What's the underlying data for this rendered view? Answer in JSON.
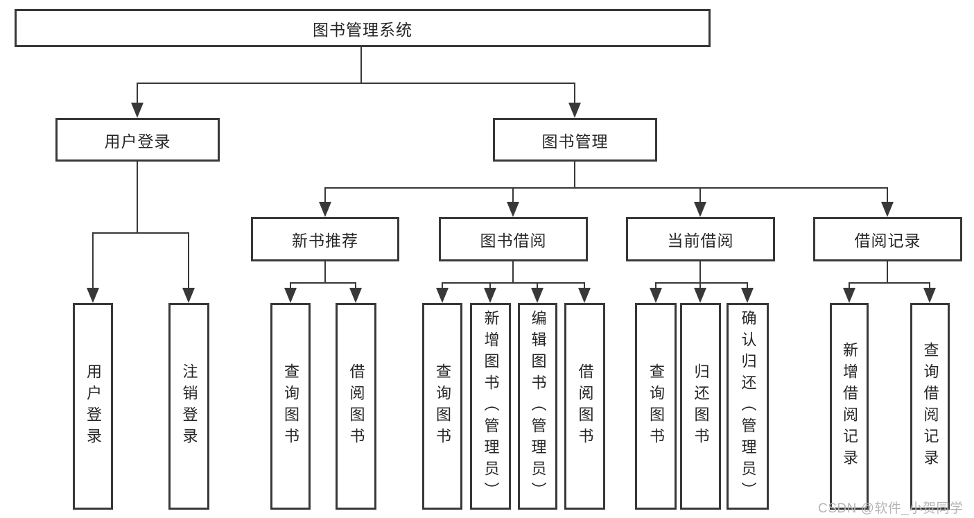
{
  "diagram": {
    "root": {
      "label": "图书管理系统"
    },
    "level2": [
      {
        "label": "用户登录"
      },
      {
        "label": "图书管理"
      }
    ],
    "level3": [
      {
        "label": "新书推荐"
      },
      {
        "label": "图书借阅"
      },
      {
        "label": "当前借阅"
      },
      {
        "label": "借阅记录"
      }
    ],
    "leaves": {
      "user_login": [
        {
          "label": "用户登录"
        },
        {
          "label": "注销登录"
        }
      ],
      "new_book": [
        {
          "label": "查询图书"
        },
        {
          "label": "借阅图书"
        }
      ],
      "book_borrow": [
        {
          "label": "查询图书"
        },
        {
          "label": "新增图书（管理员）"
        },
        {
          "label": "编辑图书（管理员）"
        },
        {
          "label": "借阅图书"
        }
      ],
      "current_borrow": [
        {
          "label": "查询图书"
        },
        {
          "label": "归还图书"
        },
        {
          "label": "确认归还（管理员）"
        }
      ],
      "borrow_record": [
        {
          "label": "新增借阅记录"
        },
        {
          "label": "查询借阅记录"
        }
      ]
    },
    "watermark": "CSDN @软件_小贺同学",
    "colors": {
      "line": "#383838",
      "text": "#262626",
      "background": "#ffffff",
      "watermark": "#b5b5b5"
    }
  }
}
